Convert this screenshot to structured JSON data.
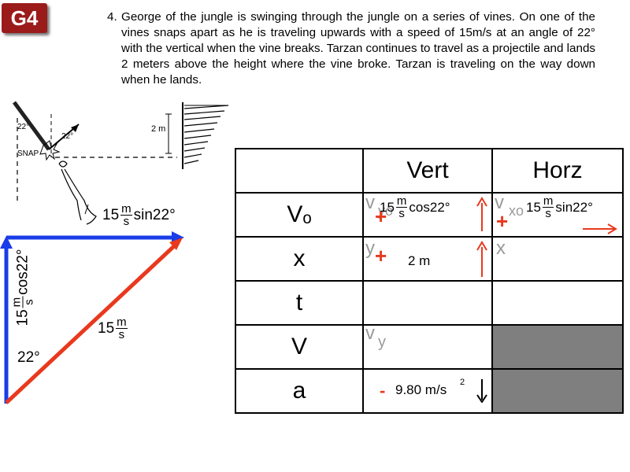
{
  "badge": "G4",
  "problem": {
    "number": "4.",
    "text": "George of the jungle is swinging through the jungle on a series of vines. On one of the vines snaps apart as he is traveling upwards with a speed of 15m/s at an angle of 22° with the vertical when the vine breaks. Tarzan continues to travel as a projectile and lands 2 meters above the height where the vine broke. Tarzan is traveling on the way down when he lands."
  },
  "sketch": {
    "angle_left": "22°",
    "angle_right": "22°",
    "snap": "SNAP",
    "height": "2 m"
  },
  "triangle": {
    "top_value": "15",
    "top_unit_num": "m",
    "top_unit_den": "s",
    "top_func": "sin22°",
    "side_value": "15",
    "side_unit_num": "m",
    "side_unit_den": "s",
    "side_func": "cos22°",
    "hyp_value": "15",
    "hyp_unit_num": "m",
    "hyp_unit_den": "s",
    "angle": "22°"
  },
  "table": {
    "headers": [
      "",
      "Vert",
      "Horz"
    ],
    "row_labels": [
      "Vₒ",
      "x",
      "t",
      "V",
      "a"
    ],
    "cells": {
      "v0_vert": {
        "tag": "v",
        "sub": "yo",
        "plus": "+",
        "value": "15",
        "num": "m",
        "den": "s",
        "func": "cos22°"
      },
      "v0_horz": {
        "tag": "v",
        "sub": "xo",
        "plus": "+",
        "value": "15",
        "num": "m",
        "den": "s",
        "func": "sin22°"
      },
      "x_vert": {
        "tag": "y",
        "plus": "+",
        "value": "2 m"
      },
      "x_horz": {
        "tag": "x"
      },
      "v_vert": {
        "tag": "v",
        "sub": "y"
      },
      "a_vert": {
        "sign": "-",
        "value": "9.80 m/s",
        "exp": "2"
      }
    }
  },
  "colors": {
    "badge": "#9b1b1b",
    "red": "#e8391e",
    "blue": "#1a3de8",
    "shade": "#7f7f7f",
    "gray": "#9a9a9a"
  }
}
